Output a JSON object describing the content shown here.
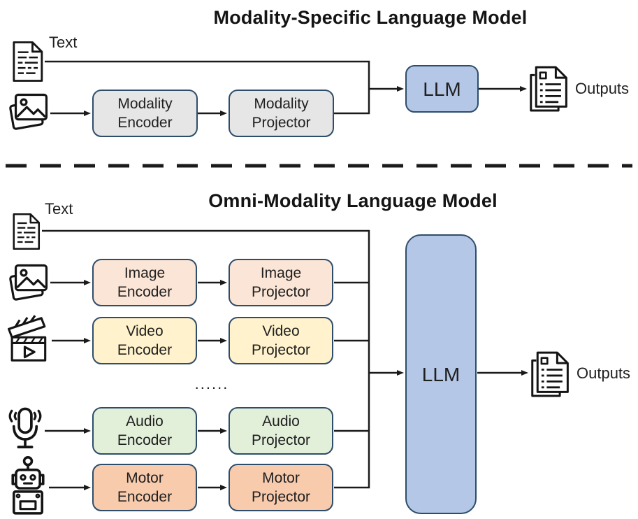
{
  "colors": {
    "node-border": "#2e4d6b",
    "llm-fill": "#b4c7e7",
    "gray-fill": "#e7e6e6",
    "image-fill": "#fbe5d6",
    "video-fill": "#fff2cc",
    "audio-fill": "#e2efd9",
    "motor-fill": "#f8cbad",
    "wire": "#1a1a1a"
  },
  "top": {
    "title": "Modality-Specific Language Model",
    "text_label": "Text",
    "encoder": "Modality\nEncoder",
    "projector": "Modality\nProjector",
    "llm": "LLM",
    "outputs": "Outputs"
  },
  "bottom": {
    "title": "Omni-Modality Language Model",
    "text_label": "Text",
    "ellipsis": "......",
    "rows": [
      {
        "modality": "image",
        "encoder": "Image\nEncoder",
        "projector": "Image\nProjector"
      },
      {
        "modality": "video",
        "encoder": "Video\nEncoder",
        "projector": "Video\nProjector"
      },
      {
        "modality": "audio",
        "encoder": "Audio\nEncoder",
        "projector": "Audio\nProjector"
      },
      {
        "modality": "motor",
        "encoder": "Motor\nEncoder",
        "projector": "Motor\nProjector"
      }
    ],
    "llm": "LLM",
    "outputs": "Outputs"
  }
}
